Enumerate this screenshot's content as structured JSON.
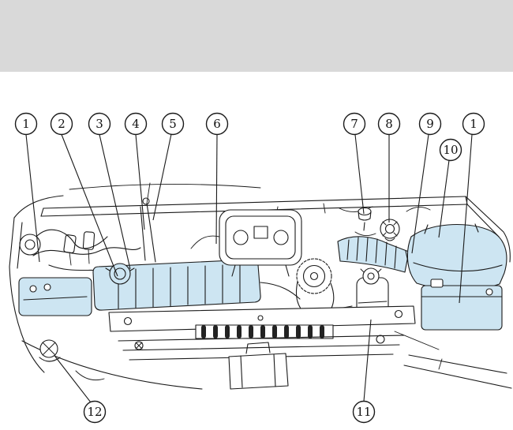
{
  "figure": {
    "colors": {
      "part_highlight": "#cde5f2",
      "header_band": "#d9d9d9",
      "line": "#1a1a1a"
    },
    "callouts": [
      {
        "label": "1"
      },
      {
        "label": "2"
      },
      {
        "label": "3"
      },
      {
        "label": "4"
      },
      {
        "label": "5"
      },
      {
        "label": "6"
      },
      {
        "label": "7"
      },
      {
        "label": "8"
      },
      {
        "label": "9"
      },
      {
        "label": "1"
      },
      {
        "label": "10"
      },
      {
        "label": "11"
      },
      {
        "label": "12"
      }
    ]
  }
}
